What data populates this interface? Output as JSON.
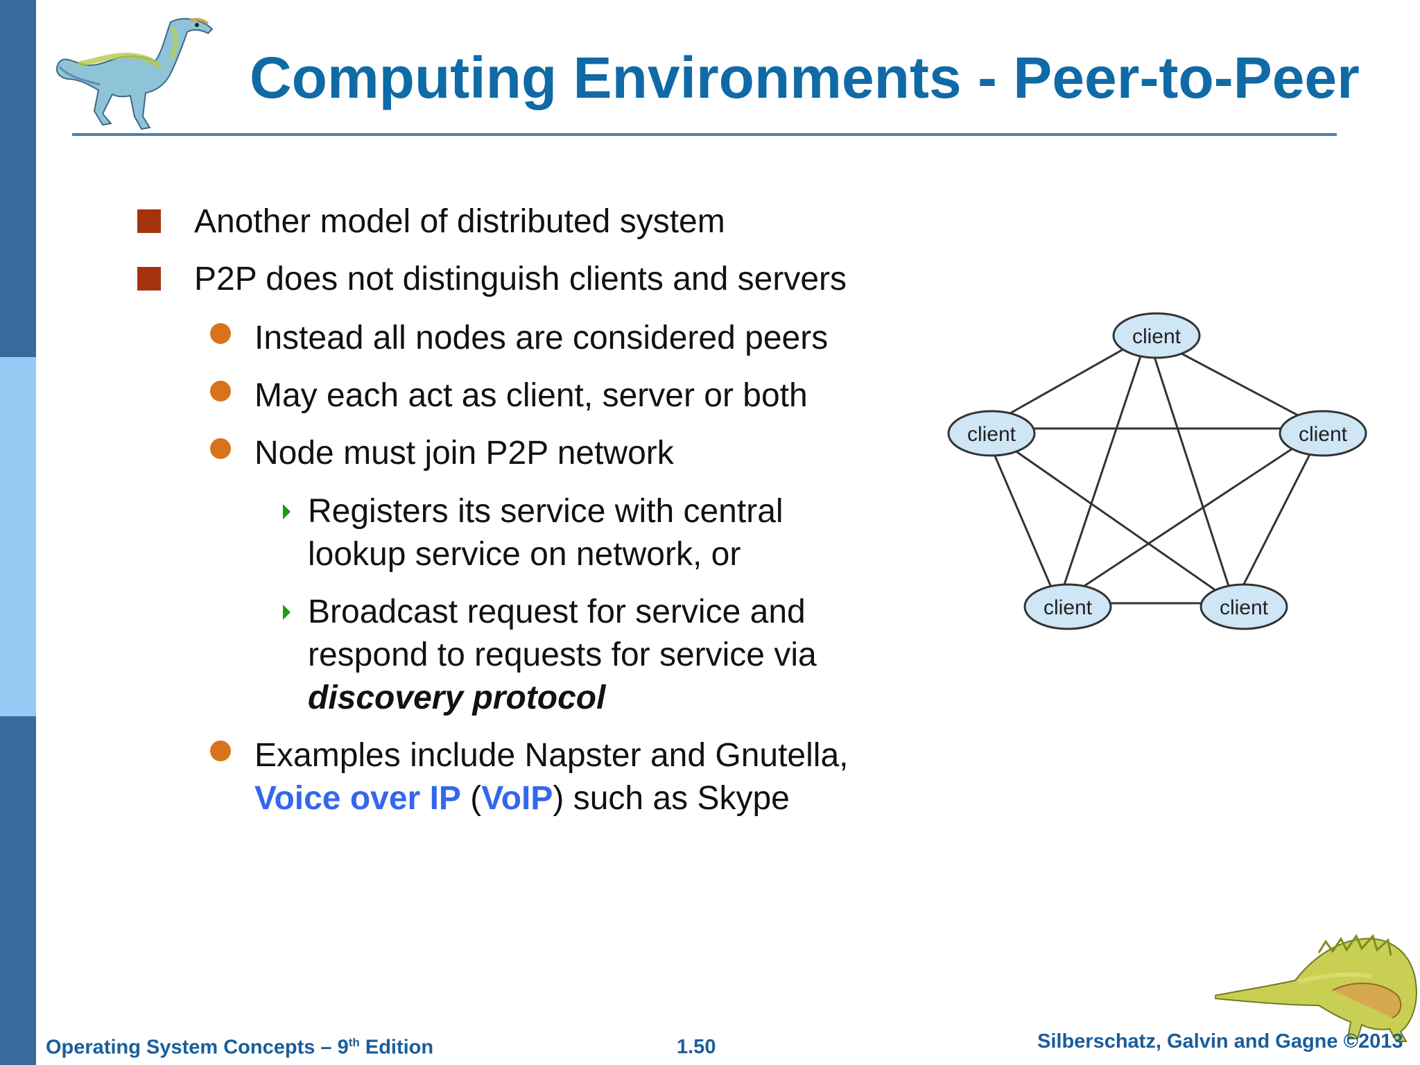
{
  "slide": {
    "title": "Computing Environments - Peer-to-Peer"
  },
  "bullets": {
    "l1_a": "Another model of distributed system",
    "l1_b": "P2P does not distinguish clients and servers",
    "l2_a": "Instead all nodes are considered peers",
    "l2_b": "May each act as client, server or both",
    "l2_c": "Node must join P2P network",
    "l3_a_line1": "Registers its service with central",
    "l3_a_line2": "lookup service on network, or",
    "l3_b_line1": "Broadcast request for service and",
    "l3_b_line2": "respond to requests for service via",
    "l3_b_line3": "discovery protocol",
    "l2_d_line1": "Examples include Napster and Gnutella,",
    "l2_d_voice": "Voice over IP",
    "l2_d_open": " (",
    "l2_d_voip": "VoIP",
    "l2_d_rest": ") such as Skype"
  },
  "diagram": {
    "node_labels": [
      "client",
      "client",
      "client",
      "client",
      "client"
    ],
    "colors": {
      "node_fill": "#cfe6f5",
      "node_stroke": "#333333",
      "edge": "#333333"
    }
  },
  "footer": {
    "left_main": "Operating System Concepts – 9",
    "left_sup": "th",
    "left_tail": " Edition",
    "page": "1.50",
    "right": "Silberschatz, Galvin and Gagne ©2013"
  },
  "colors": {
    "title": "#0f6aa6",
    "bullet_square": "#a4330d",
    "bullet_dot": "#d8731b",
    "bullet_arrow": "#1f9a1a",
    "link_blue": "#3466ee",
    "footer": "#195d9b"
  }
}
